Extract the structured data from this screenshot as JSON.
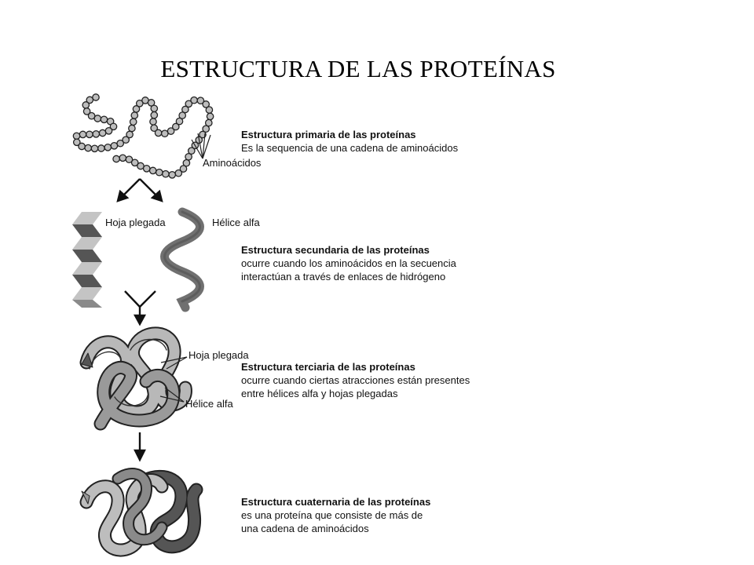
{
  "title": "ESTRUCTURA DE LAS PROTEÍNAS",
  "labels": {
    "aminoacidos": "Aminoácidos",
    "hoja_plegada_1": "Hoja plegada",
    "helice_alfa_1": "Hélice alfa",
    "hoja_plegada_2": "Hoja plegada",
    "helice_alfa_2": "Hélice alfa"
  },
  "levels": [
    {
      "heading": "Estructura primaria de las proteínas",
      "lines": [
        "Es la sequencia de una cadena de aminoácidos"
      ]
    },
    {
      "heading": "Estructura secundaria de las proteínas",
      "lines": [
        "ocurre cuando los aminoácidos en la secuencia",
        "interactúan a través de enlaces de hidrógeno"
      ]
    },
    {
      "heading": "Estructura terciaria de las proteínas",
      "lines": [
        "ocurre cuando ciertas atracciones están presentes",
        "entre hélices alfa y hojas plegadas"
      ]
    },
    {
      "heading": "Estructura cuaternaria de las proteínas",
      "lines": [
        "es una proteína que consiste de más de",
        "una cadena de aminoácidos"
      ]
    }
  ],
  "colors": {
    "dark_gray": "#555555",
    "mid_gray": "#8a8a8a",
    "light_gray": "#c4c4c4",
    "outline": "#222222"
  }
}
